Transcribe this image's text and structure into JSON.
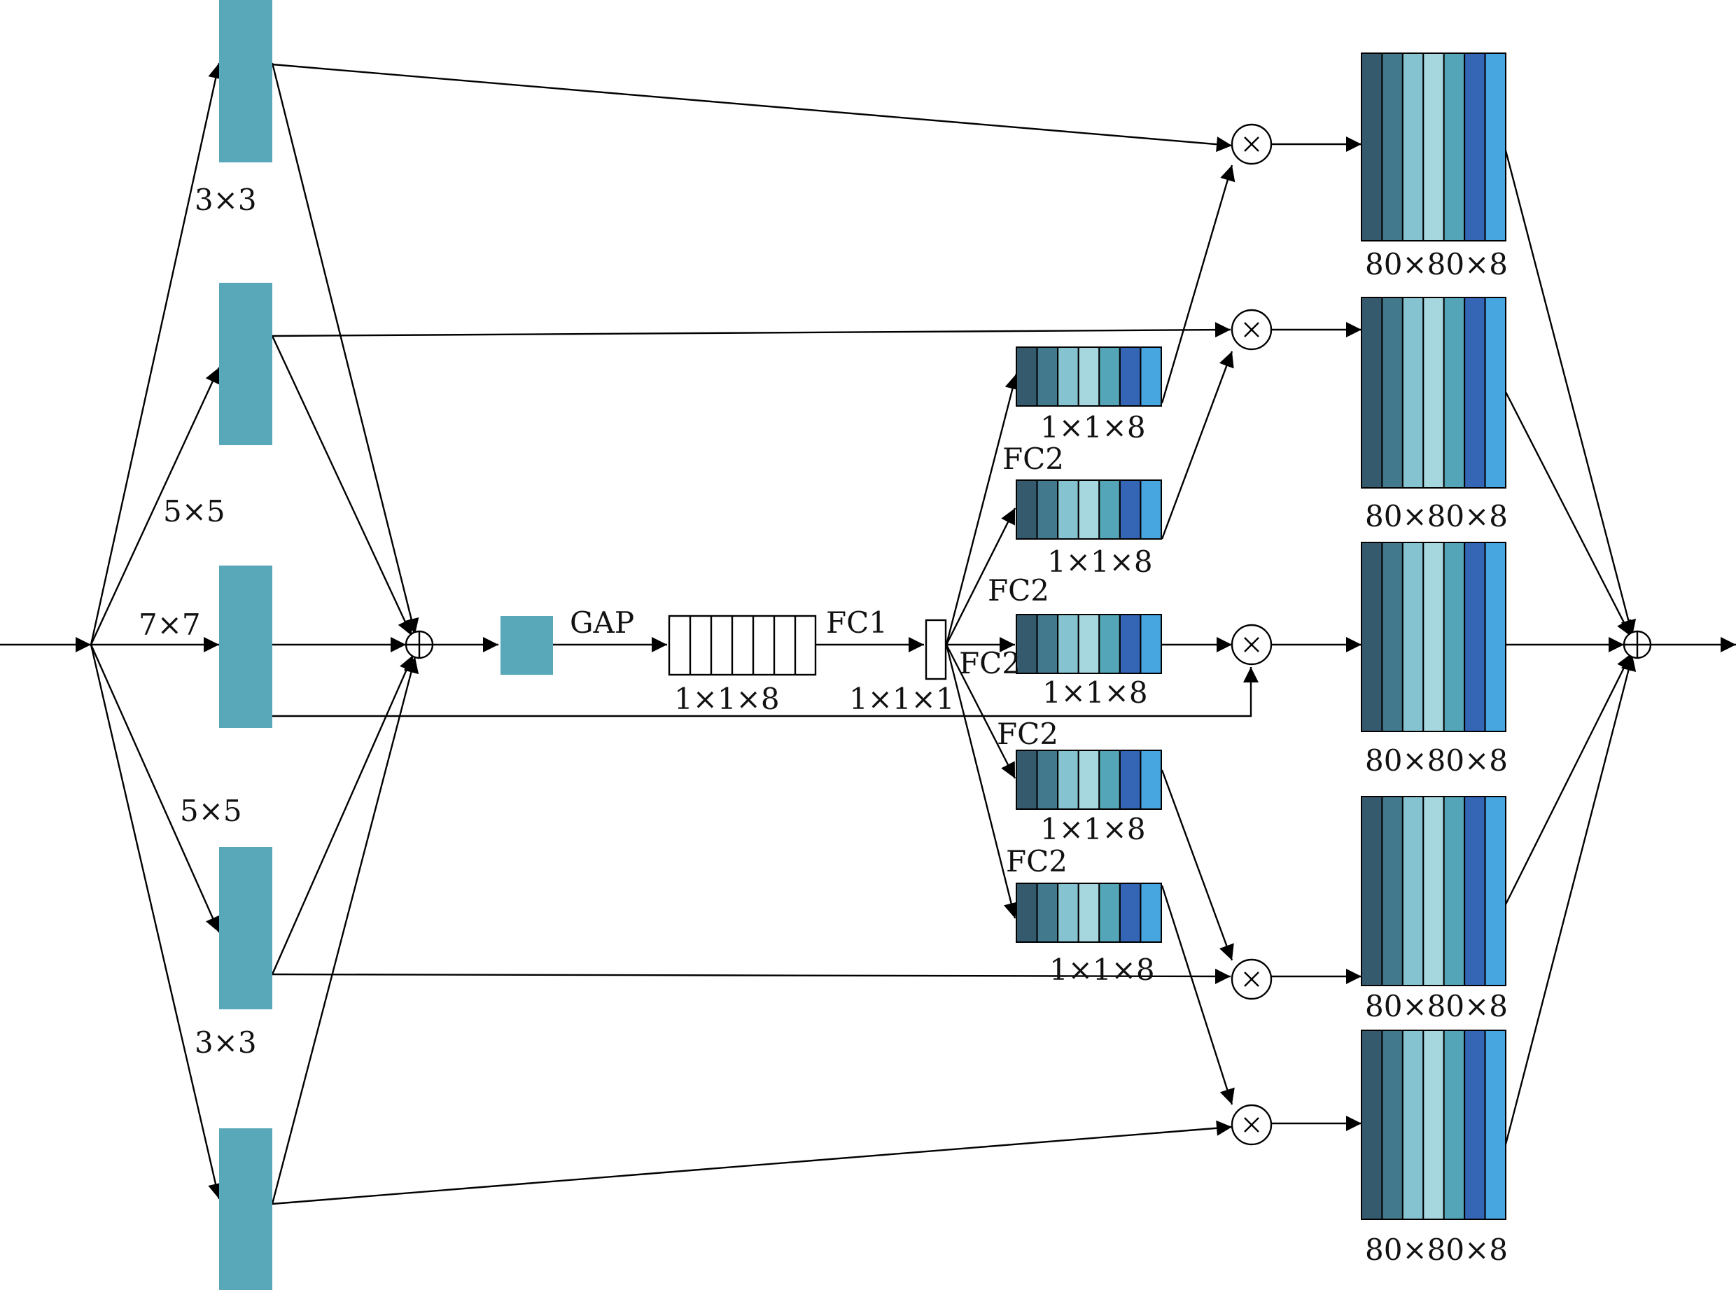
{
  "colors": {
    "branch_fill": "#58a8b9",
    "line": "#000000",
    "channel_palette": [
      "#355a6e",
      "#43798c",
      "#86c3d0",
      "#a6d6de",
      "#54a5b8",
      "#3466b5",
      "#47a5e0"
    ]
  },
  "icons": {
    "sum": "circled-plus",
    "product": "circled-times"
  },
  "labels": {
    "kernel_3x3_top": "3×3",
    "kernel_5x5_top": "5×5",
    "kernel_7x7": "7×7",
    "kernel_5x5_bottom": "5×5",
    "kernel_3x3_bottom": "3×3",
    "gap": "GAP",
    "fc1": "FC1",
    "vec_1x1x8": "1×1×8",
    "vec_1x1x1": "1×1×1",
    "fc2": "FC2",
    "weight_1x1x8": "1×1×8",
    "output_80x80x8": "80×80×8"
  }
}
